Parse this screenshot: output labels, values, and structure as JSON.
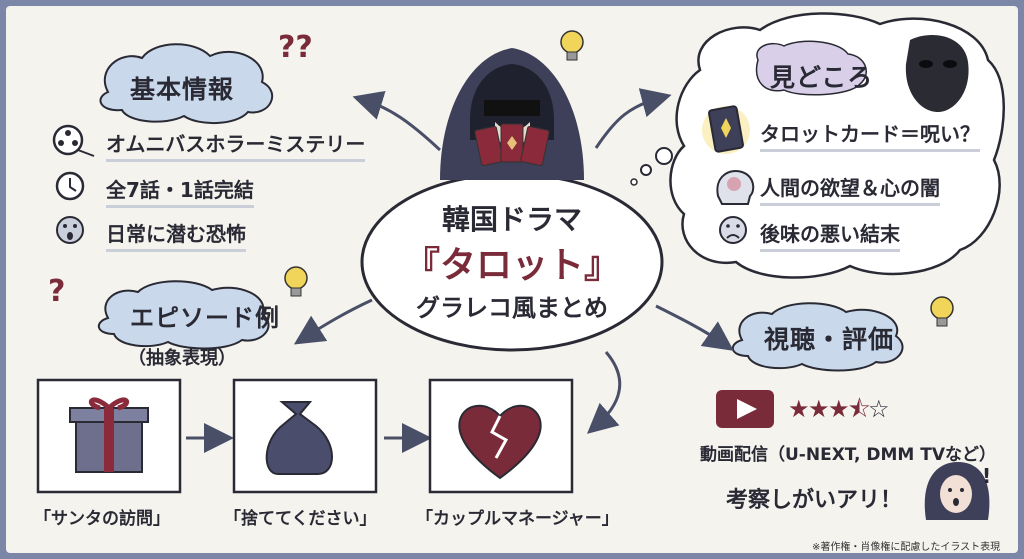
{
  "center": {
    "line1": "韓国ドラマ",
    "line2": "『タロット』",
    "line3": "グラレコ風まとめ"
  },
  "basic_info": {
    "heading": "基本情報",
    "items": [
      {
        "icon": "film-reel-icon",
        "text": "オムニバスホラーミステリー"
      },
      {
        "icon": "clock-icon",
        "text": "全7話・1話完結"
      },
      {
        "icon": "scared-face-icon",
        "text": "日常に潜む恐怖"
      }
    ]
  },
  "highlights": {
    "heading": "見どころ",
    "items": [
      {
        "icon": "tarot-card-icon",
        "text": "タロットカード＝呪い？"
      },
      {
        "icon": "brain-head-icon",
        "text": "人間の欲望＆心の闇"
      },
      {
        "icon": "sad-face-icon",
        "text": "後味の悪い結末"
      }
    ]
  },
  "episodes": {
    "heading": "エピソード例",
    "subheading": "（抽象表現）",
    "items": [
      {
        "icon": "gift-box-icon",
        "caption": "「サンタの訪問」"
      },
      {
        "icon": "trash-bag-icon",
        "caption": "「捨ててください」"
      },
      {
        "icon": "broken-heart-icon",
        "caption": "「カップルマネージャー」"
      }
    ]
  },
  "viewing": {
    "heading": "視聴・評価",
    "rating": 3.5,
    "rating_max": 5,
    "streaming": "動画配信（U-NEXT, DMM TVなど）",
    "comment": "考察しがいアリ！",
    "exclaim": "!"
  },
  "decor": {
    "question_marks": "??",
    "question_mark": "?"
  },
  "footer": "※著作権・肖像権に配慮したイラスト表現",
  "colors": {
    "background": "#7c86a7",
    "paper": "#f5f3ee",
    "cloud_blue": "#c9d8ea",
    "accent_red": "#7a2b3a",
    "ink": "#2a2a35",
    "lavender": "#d9cfe8",
    "bulb_yellow": "#f1d45a"
  }
}
